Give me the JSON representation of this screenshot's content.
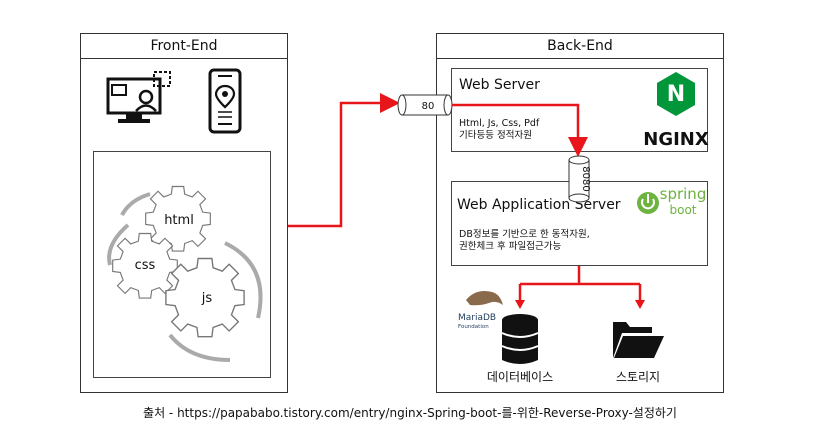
{
  "frontend": {
    "title": "Front-End",
    "gears": [
      "html",
      "css",
      "js"
    ]
  },
  "backend": {
    "title": "Back-End",
    "web_server": {
      "title": "Web Server",
      "desc_line1": "Html, Js, Css, Pdf",
      "desc_line2": "기타등등 정적자원",
      "logo_text": "NGINX",
      "logo_letter": "N"
    },
    "was": {
      "title": "Web Application Server",
      "desc_line1": "DB정보를 기반으로 한 동적자원,",
      "desc_line2": "권한체크 후 파일접근가능",
      "logo_text_top": "spring",
      "logo_text_bottom": "boot"
    },
    "db": {
      "label": "데이터베이스",
      "logo_text": "MariaDB",
      "logo_sub": "Foundation"
    },
    "storage": {
      "label": "스토리지"
    }
  },
  "ports": {
    "front": "80",
    "internal": "8080"
  },
  "caption": "출처 - https://papababo.tistory.com/entry/nginx-Spring-boot-를-위한-Reverse-Proxy-설정하기",
  "colors": {
    "arrow": "#e8161b",
    "nginx": "#009639",
    "spring": "#6db33f"
  }
}
